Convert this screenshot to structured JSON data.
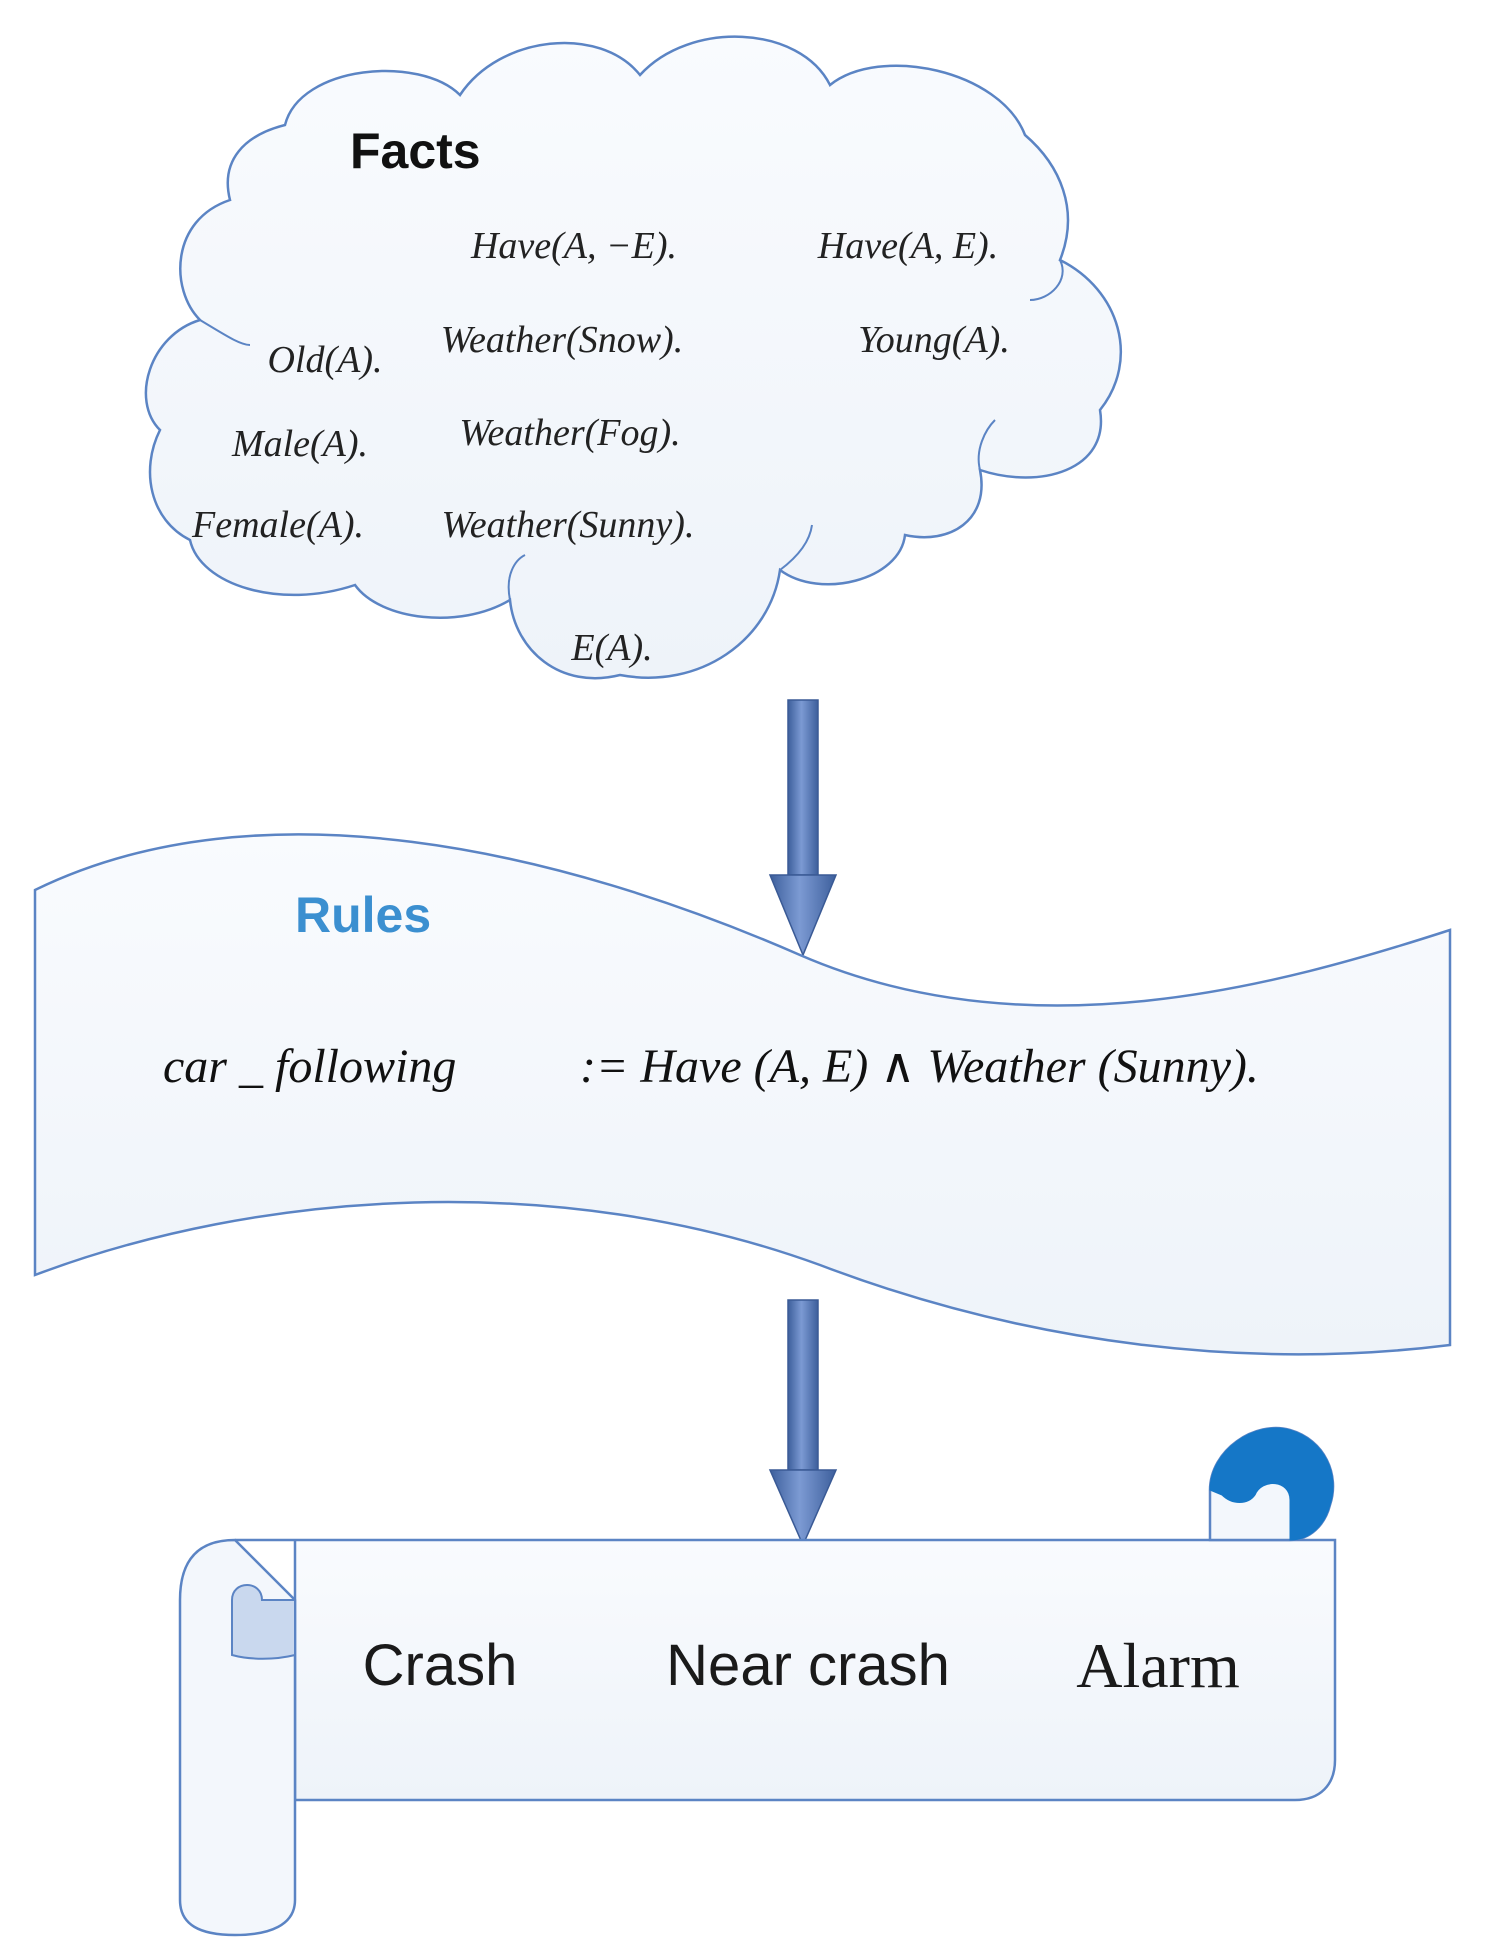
{
  "facts": {
    "title": "Facts",
    "items": [
      "Have(A, −E).",
      "Have(A, E).",
      "Old(A).",
      "Weather(Snow).",
      "Young(A).",
      "Male(A).",
      "Weather(Fog).",
      "Female(A).",
      "Weather(Sunny).",
      "E(A)."
    ]
  },
  "rules": {
    "title": "Rules",
    "formula_lhs": "car _ following",
    "formula_rhs": ":= Have (A, E) ∧ Weather (Sunny)."
  },
  "outputs": {
    "items": [
      "Crash",
      "Near crash",
      "Alarm"
    ]
  },
  "colors": {
    "shape_stroke": "#5b84c4",
    "shape_fill": "#f4f8fc",
    "rules_title": "#3b8fd0",
    "arrow": "#4f73b4",
    "curl_accent": "#1577c7"
  }
}
